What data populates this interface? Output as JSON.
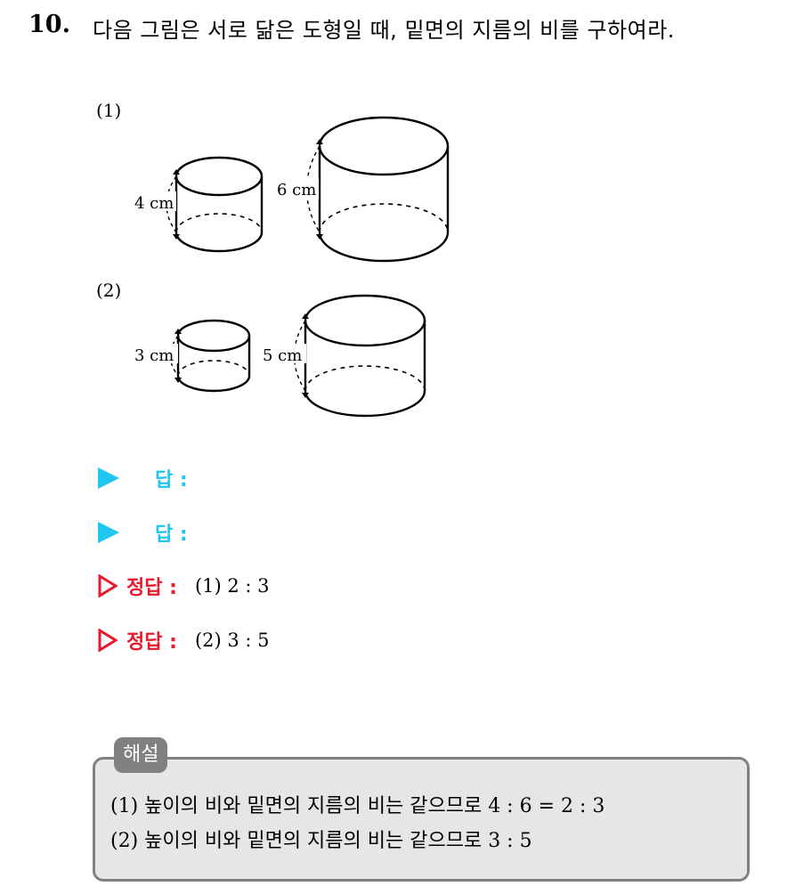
{
  "question": {
    "number": "10.",
    "text": "다음 그림은 서로 닮은 도형일 때, 밑면의 지름의 비를 구하여라."
  },
  "parts": [
    {
      "label": "(1)",
      "small_height": "4 cm",
      "large_height": "6 cm"
    },
    {
      "label": "(2)",
      "small_height": "3 cm",
      "large_height": "5 cm"
    }
  ],
  "answer_rows": [
    {
      "label": "답 :"
    },
    {
      "label": "답 :"
    }
  ],
  "correct_answers": [
    {
      "label": "정답 :",
      "value": "(1) 2 : 3"
    },
    {
      "label": "정답 :",
      "value": "(2) 3 : 5"
    }
  ],
  "explanation": {
    "tag": "해설",
    "lines": [
      "(1) 높이의 비와 밑면의 지름의 비는 같으므로 4 : 6 = 2 : 3",
      "(2) 높이의 비와 밑면의 지름의 비는 같으므로 3 : 5"
    ]
  },
  "colors": {
    "answer_marker": "#1ec6f0",
    "correct_marker": "#e8192c",
    "explanation_box": "#e6e6e6"
  }
}
